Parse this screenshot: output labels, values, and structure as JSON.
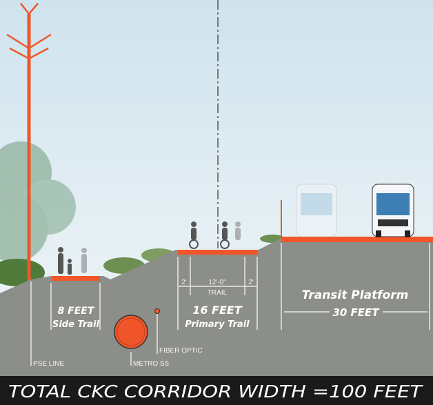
{
  "labels": {
    "side_trail_width": "8 FEET",
    "side_trail_name": "Side Trail",
    "primary_trail_width": "16 FEET",
    "primary_trail_name": "Primary Trail",
    "trail_left_buffer": "2'",
    "trail_center": "12'-0\"",
    "trail_right_buffer": "2'",
    "trail_sub": "TRAIL",
    "transit_name": "Transit Platform",
    "transit_width": "30 FEET",
    "pse_line": "PSE LINE",
    "metro_ss": "METRO SS",
    "fiber_optic": "FIBER OPTIC"
  },
  "footer": {
    "title": "TOTAL CKC CORRIDOR WIDTH =100 FEET"
  },
  "colors": {
    "accent": "#f0562a",
    "ground": "#8b8e89",
    "footer_bg": "#1a1a1a"
  }
}
